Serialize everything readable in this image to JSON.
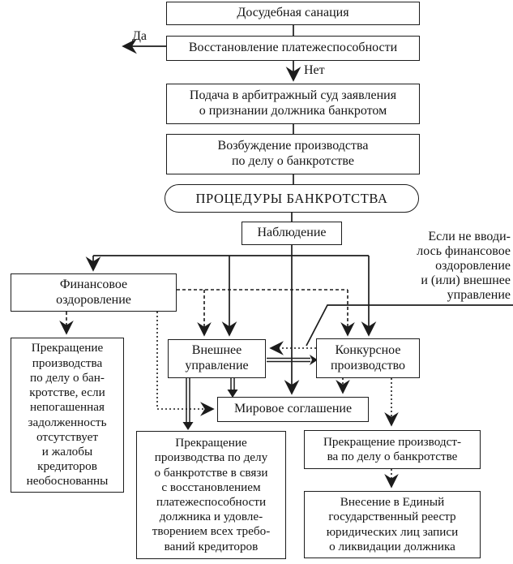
{
  "diagram": {
    "background": "#ffffff",
    "line_color": "#1c1c1c",
    "labels": {
      "yes": "Да",
      "no": "Нет",
      "condition_note": "Если не вводи-\nлось финансовое\nоздоровление\nи (или) внешнее\nуправление"
    },
    "nodes": {
      "pre_trial_sanation": "Досудебная санация",
      "solvency_restoration": "Восстановление платежеспособности",
      "court_filing": "Подача в арбитражный суд заявления\nо признании должника банкротом",
      "case_initiation": "Возбуждение производства\nпо делу о банкротстве",
      "bankruptcy_procedures": "ПРОЦЕДУРЫ БАНКРОТСТВА",
      "observation": "Наблюдение",
      "financial_rehabilitation": "Финансовое\nоздоровление",
      "termination_unfounded": "Прекращение\nпроизводства\nпо делу о бан-\nкротстве, если\nнепогашенная\nзадолженность\nотсутствует\nи жалобы\nкредиторов\nнеобоснованны",
      "external_management": "Внешнее\nуправление",
      "liquidation_proceedings": "Конкурсное\nпроизводство",
      "amicable_settlement": "Мировое соглашение",
      "termination_restored": "Прекращение\nпроизводства по делу\nо банкротстве в связи\nс восстановлением\nплатежеспособности\nдолжника и удовле-\nтворением всех требо-\nваний кредиторов",
      "termination_simple": "Прекращение производст-\nва по делу о банкротстве",
      "registry_entry": "Внесение в Единый\nгосударственный реестр\nюридических лиц записи\nо ликвидации должника"
    }
  }
}
